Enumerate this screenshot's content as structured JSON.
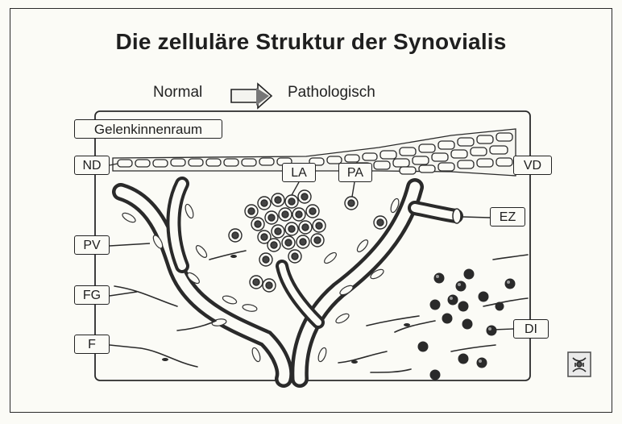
{
  "title": "Die zelluläre Struktur der Synovialis",
  "legend": {
    "from": "Normal",
    "to": "Pathologisch"
  },
  "labels": {
    "gelenkinnenraum": "Gelenkinnenraum",
    "nd": "ND",
    "vd": "VD",
    "la": "LA",
    "pa": "PA",
    "ez": "EZ",
    "pv": "PV",
    "fg": "FG",
    "f": "F",
    "di": "DI"
  },
  "icons": [
    "arrow-icon",
    "joint-logo-icon"
  ]
}
